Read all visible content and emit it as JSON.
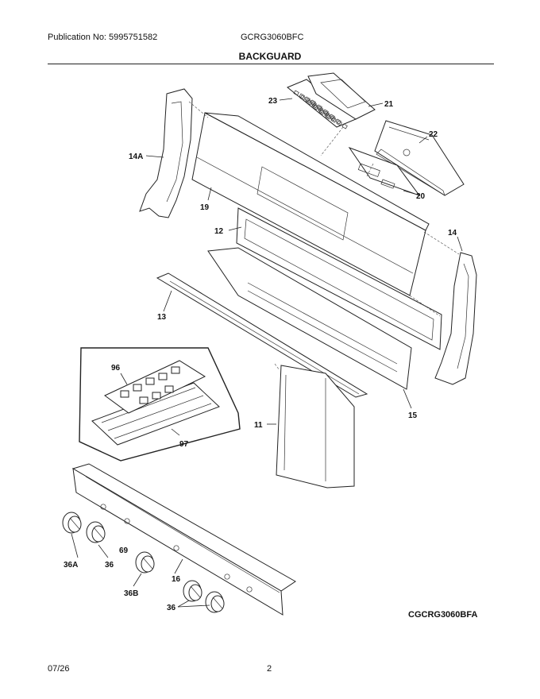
{
  "header": {
    "publication": "Publication No: 5995751582",
    "model": "GCRG3060BFC",
    "section_title": "BACKGUARD"
  },
  "footer": {
    "date": "07/26",
    "page": "2"
  },
  "diagram": {
    "model_code": "CGCRG3060BFA",
    "callouts": {
      "p23": "23",
      "p21": "21",
      "p22": "22",
      "p20": "20",
      "p14A": "14A",
      "p19": "19",
      "p12": "12",
      "p14": "14",
      "p13": "13",
      "p15": "15",
      "p96": "96",
      "p97": "97",
      "p11": "11",
      "p36A": "36A",
      "p36_left": "36",
      "p69": "69",
      "p16": "16",
      "p36B": "36B",
      "p36_right": "36"
    }
  }
}
